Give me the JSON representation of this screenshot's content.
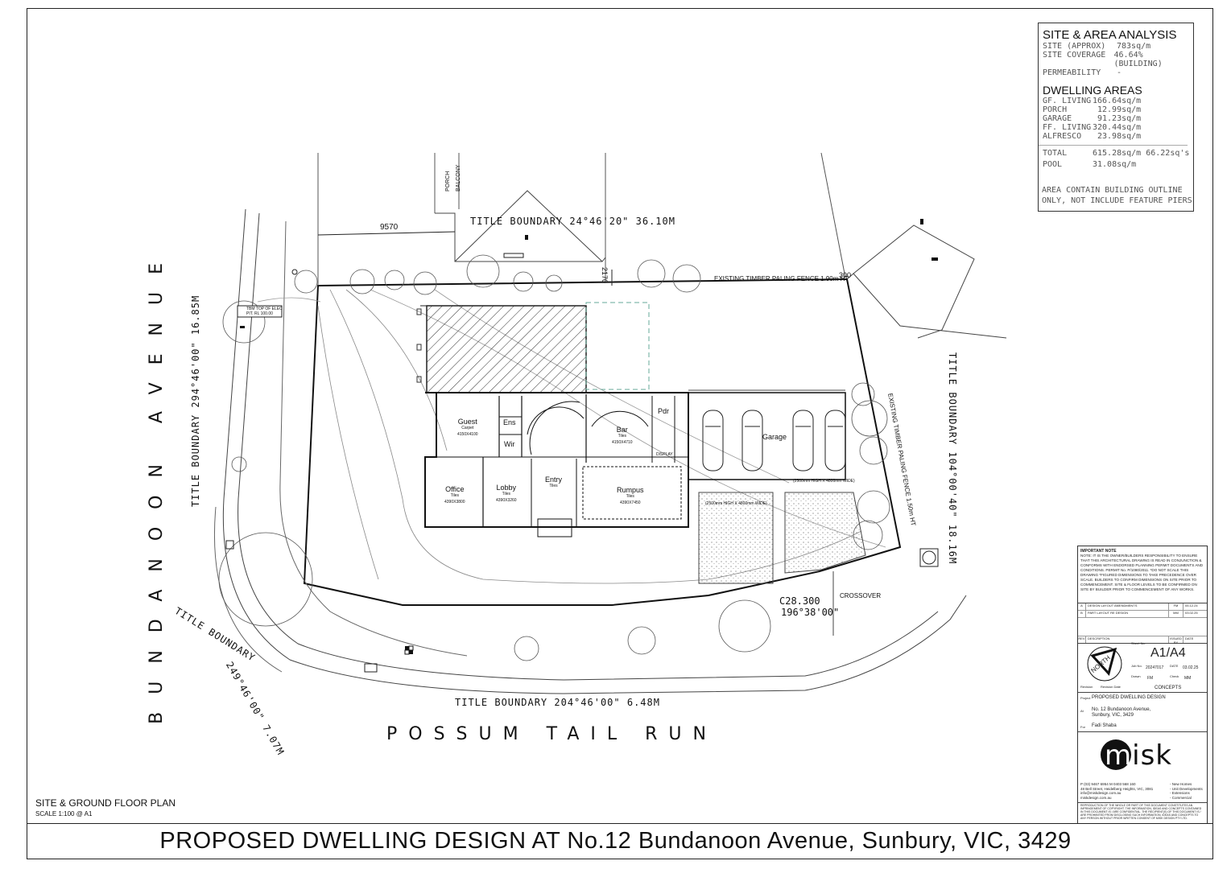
{
  "street_names": {
    "west": "BUNDANOON AVENUE",
    "south": "POSSUM TAIL RUN"
  },
  "boundaries": {
    "north": "TITLE BOUNDARY   24°46'20\"   36.10M",
    "west": "TITLE BOUNDARY  294°46'00\"   16.85M",
    "southwest_a": "TITLE BOUNDARY",
    "southwest_b": "249°46'00\"    7.07M",
    "south": "TITLE BOUNDARY   204°46'00\"    6.48M",
    "east": "TITLE BOUNDARY   104°00'40\"    18.16M",
    "curve": "C28.300",
    "curve_bearing": "196°38'00\""
  },
  "fences": {
    "north": "EXISTING TIMBER PALING FENCE 1.90m HT",
    "east": "EXISTING TIMBER PALING FENCE 1.50m HT"
  },
  "dimensions": {
    "setback": "9570",
    "north_gap": "2170",
    "corner": "300"
  },
  "labels": {
    "porch": "PORCH",
    "balcony": "BALCONY",
    "tbm_line1": "TBM TOP OF ELEC",
    "tbm_line2": "PIT. RL 100.00",
    "crossover": "CROSSOVER"
  },
  "rooms": [
    {
      "name": "Guest",
      "finish": "Carpet",
      "size": "4150X4100"
    },
    {
      "name": "Ens",
      "finish": "",
      "size": ""
    },
    {
      "name": "Wir",
      "finish": "",
      "size": ""
    },
    {
      "name": "Bar",
      "finish": "Tiles",
      "size": "4150X4710"
    },
    {
      "name": "Pdr",
      "finish": "",
      "size": ""
    },
    {
      "name": "Garage",
      "finish": "",
      "size": ""
    },
    {
      "name": "Office",
      "finish": "Tiles",
      "size": "4390X3800"
    },
    {
      "name": "Lobby",
      "finish": "Tiles",
      "size": "4390X3260"
    },
    {
      "name": "Entry",
      "finish": "Tiles",
      "size": ""
    },
    {
      "name": "Rumpus",
      "finish": "Tiles",
      "size": "4390X7450"
    }
  ],
  "misc": {
    "display": "DISPLAY",
    "opening_a": "(2500mm HIGH X 4800mm WIDE)",
    "opening_b": "(2500mm HIGH X 4800mm WIDE)"
  },
  "site_area": {
    "title": "SITE & AREA ANALYSIS",
    "rows": [
      {
        "k": "SITE (APPROX)",
        "v": "783sq/m"
      },
      {
        "k": "SITE COVERAGE",
        "v": "46.64% (BUILDING)"
      },
      {
        "k": "PERMEABILITY",
        "v": "-"
      }
    ],
    "dwelling_title": "DWELLING AREAS",
    "dwelling": [
      {
        "k": "GF. LIVING",
        "v": "166.64sq/m"
      },
      {
        "k": "PORCH",
        "v": "12.99sq/m"
      },
      {
        "k": "GARAGE",
        "v": "91.23sq/m"
      },
      {
        "k": "FF. LIVING",
        "v": "320.44sq/m"
      },
      {
        "k": "ALFRESCO",
        "v": "23.98sq/m"
      }
    ],
    "total_k": "TOTAL",
    "total_v": "615.28sq/m   66.22sq's",
    "pool_k": "POOL",
    "pool_v": "31.08sq/m",
    "note_1": "AREA CONTAIN BUILDING OUTLINE",
    "note_2": "ONLY, NOT INCLUDE FEATURE PIERS"
  },
  "title_block": {
    "important_title": "IMPORTANT NOTE",
    "important_text": "NOTE: IT IS THE OWNER/BUILDERS RESPONSIBILITY TO ENSURE THAT THIS ARCHITECTURAL DRAWING IS READ IN CONJUNCTION & CONFORMS WITH ENDORSED PLANNING PERMIT DOCUMENTS AND CONDITIONS. PERMIT No. P/1080/2011. *DO NOT SCALE THIS DRAWING *FIGURED DIMENSIONS TO TAKE PRECEDENCE OVER SCALE. BUILDERS TO CONFIRM DIMENSIONS ON SITE PRIOR TO COMMENCEMENT. SITE & FLOOR LEVELS TO BE CONFIRMED ON SITE BY BUILDER PRIOR TO COMMENCEMENT OF ANY WORKS.",
    "revisions": [
      {
        "rev": "A",
        "desc": "DESIGN LAYOUT AMENDMENTS",
        "by": "FM",
        "date": "05.12.24"
      },
      {
        "rev": "B",
        "desc": "PART LAYOUT RE DESIGN",
        "by": "MM",
        "date": "03.02.25"
      }
    ],
    "rev_header": {
      "rev": "REV",
      "desc": "DESCRIPTION",
      "by": "ISSUED BY",
      "date": "DATE"
    },
    "north": "NORTH",
    "sheet_label": "Sheet No.",
    "sheet": "A1/A4",
    "job_label": "Job No.",
    "job": "20247017",
    "date_label": "DATE",
    "date": "03.02.25",
    "drawn_label": "Drawn",
    "drawn": "FM",
    "check_label": "Check",
    "check": "MM",
    "revision_label": "Revision",
    "revision_date_label": "Revision Date",
    "stage": "CONCEPTS",
    "project_label": "Project",
    "project": "PROPOSED DWELLING DESIGN",
    "at_label": "At",
    "address_1": "No. 12 Bundanoon Avenue,",
    "address_2": "Sunbury, VIC, 3429",
    "for_label": "For",
    "client": "Fadi Shaba",
    "logo": "misk",
    "contact_1": "P (03) 9467 6954     M 0403 568 160",
    "contact_2": "48 Bell Street, Heidelberg Heights, VIC, 3081",
    "contact_3": "info@miskdesign.com.au",
    "contact_4": "miskdesign.com.au",
    "services": [
      "- New Homes",
      "- Unit Developments",
      "- Extensions",
      "- Commercial"
    ],
    "copyright": "REPRODUCTION OF THE WHOLE OR PART OF THIS DOCUMENT CONSTITUTES AN INFRINGEMENT OF COPYRIGHT. THE INFORMATION, IDEAS AND CONCEPTS CONTAINED IN THIS DOCUMENT IS / ARE CONFIDENTIAL. THE RECIPIENT(S) OF THIS DOCUMENT IS / ARE PROHIBITED FROM DISCLOSING SUCH INFORMATION, IDEAS AND CONCEPTS TO ANY PERSON WITHOUT PRIOR WRITTEN CONSENT OF MISK DESIGN PTY LTD."
  },
  "plan_title": "SITE & GROUND FLOOR PLAN",
  "plan_scale": "SCALE 1:100 @ A1",
  "main_title": "PROPOSED DWELLING DESIGN AT No.12 Bundanoon Avenue, Sunbury, VIC, 3429"
}
